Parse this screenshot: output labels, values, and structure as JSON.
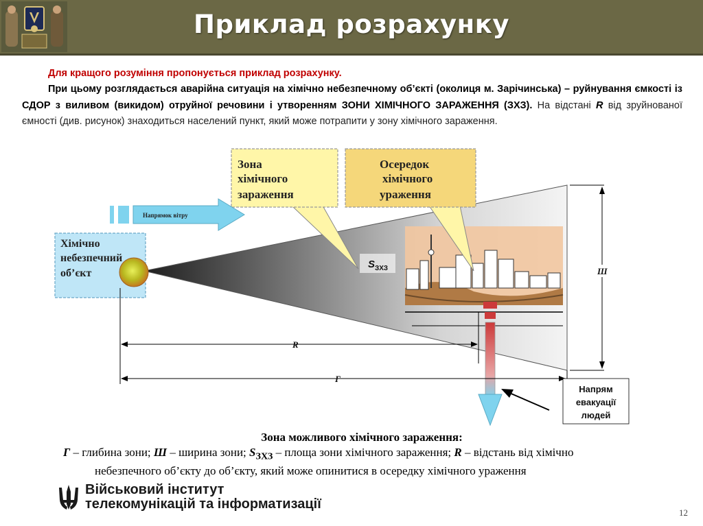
{
  "slide": {
    "title": "Приклад розрахунку",
    "page_number": "12"
  },
  "intro": {
    "lead": "Для кращого розуміння пропонується приклад розрахунку.",
    "p2_a": "При цьому розглядається аварійна ситуація на хімічно небезпечному об’єкті (околиця м. Зарічинська) – руйнування ємкості із СДОР з виливом (викидом) отруйної речовини і утворенням ЗОНИ ХІМІЧНОГО ЗАРАЖЕННЯ (ЗХЗ).",
    "p2_b": " На відстані ",
    "p2_r": "R",
    "p2_c": " від зруйнованої ємності (див. рисунок) знаходиться населений пункт, який може потрапити у зону хімічного зараження."
  },
  "diagram": {
    "callout_zone": [
      "Зона",
      "хімічного",
      "зараження"
    ],
    "callout_focus": [
      "Осередок",
      "хімічного",
      "ураження"
    ],
    "wind_label": "Напрямок вітру",
    "object_label": [
      "Хімічно",
      "небезпечний",
      "об’єкт"
    ],
    "area_label_main": "S",
    "area_label_sub": "ЗХЗ",
    "r_label": "R",
    "g_label": "Г",
    "w_label": "Ш",
    "evac_label": [
      "Напрям",
      "евакуації",
      "людей"
    ]
  },
  "caption": {
    "heading": "Зона можливого хімічного зараження:",
    "g_sym": "Г",
    "g_text": " – глибина зони; ",
    "w_sym": "Ш",
    "w_text": " – ширина зони; ",
    "s_sym": "S",
    "s_sub": "ЗХЗ",
    "s_text": " – площа зони хімічного зараження; ",
    "r_sym": "R",
    "r_text": " – відстань від хімічно",
    "line3": "небезпечного об’єкту до об’єкту, який може опинитися в осередку хімічного ураження"
  },
  "footer": {
    "line1": "Військовий інститут",
    "line2": "телекомунікацій та інформатизації"
  },
  "colors": {
    "header_bg": "#6b6845",
    "lead_text": "#c00000",
    "callout_fill": "#fff6a8",
    "object_box": "#bfe6f7",
    "wind_arrow": "#7fd3ee"
  }
}
